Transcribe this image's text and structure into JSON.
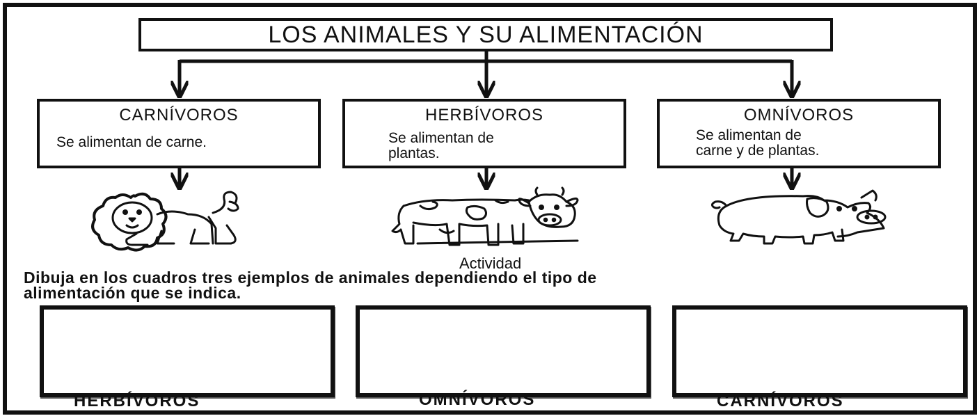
{
  "title": "LOS ANIMALES Y SU ALIMENTACIÓN",
  "categories": [
    {
      "heading": "CARNÍVOROS",
      "description": "Se alimentan de carne.",
      "icon": "lion-icon"
    },
    {
      "heading": "HERBÍVOROS",
      "description_lines": [
        "Se alimentan de",
        "plantas."
      ],
      "icon": "cow-icon"
    },
    {
      "heading": "OMNÍVOROS",
      "description_lines": [
        "Se alimentan de",
        "carne y de plantas."
      ],
      "icon": "pig-icon"
    }
  ],
  "activity": {
    "title": "Actividad",
    "instructions_lines": [
      "Dibuja en los cuadros tres ejemplos de animales dependiendo el tipo de",
      "alimentación que se indica."
    ]
  },
  "draw_boxes": [
    {
      "label": "HERBÍVOROS"
    },
    {
      "label": "OMNÍVOROS"
    },
    {
      "label": "CARNÍVOROS"
    }
  ]
}
